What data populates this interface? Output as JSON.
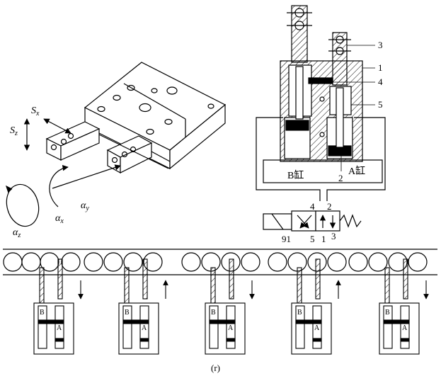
{
  "figure": {
    "caption": "(r)"
  },
  "gripper": {
    "labels": {
      "sx": "S",
      "sx_sub": "x",
      "sz": "S",
      "sz_sub": "z",
      "ax": "α",
      "ax_sub": "x",
      "ay": "α",
      "ay_sub": "y",
      "az": "α",
      "az_sub": "z"
    }
  },
  "cylinder": {
    "part_labels": [
      "3",
      "1",
      "4",
      "5",
      "2"
    ],
    "chamber_b": "B缸",
    "chamber_a": "A缸"
  },
  "valve": {
    "port_labels": [
      "4",
      "2",
      "91",
      "5",
      "1",
      "3"
    ]
  },
  "conveyor": {
    "stations": [
      {
        "b": "B",
        "a": "A",
        "direction": "down"
      },
      {
        "b": "B",
        "a": "A",
        "direction": "up"
      },
      {
        "b": "B",
        "a": "A",
        "direction": "down"
      },
      {
        "b": "B",
        "a": "A",
        "direction": "up"
      },
      {
        "b": "B",
        "a": "A",
        "direction": "down"
      }
    ]
  }
}
